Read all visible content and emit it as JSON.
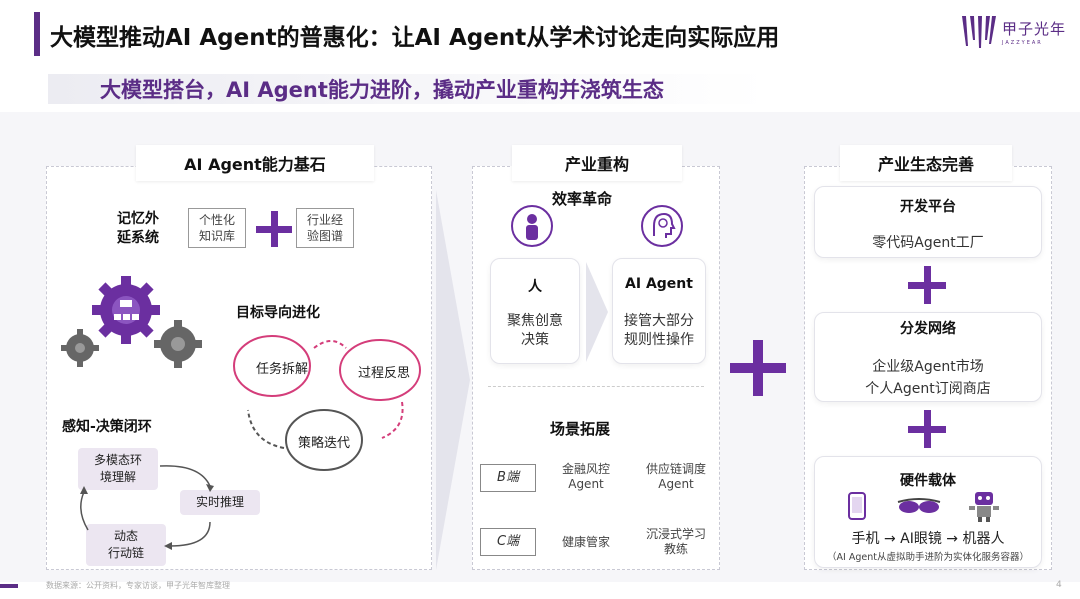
{
  "header": {
    "title": "大模型推动AI Agent的普惠化：让AI Agent从学术讨论走向实际应用",
    "subtitle": "大模型搭台，AI Agent能力进阶，撬动产业重构并浇筑生态",
    "logo_text": "甲子光年",
    "logo_sub": "JAZZYEAR"
  },
  "left_panel": {
    "header": "AI Agent能力基石",
    "memory": {
      "label": "记忆外\n延系统",
      "chip_a": "个性化\n知识库",
      "chip_b": "行业经\n验图谱"
    },
    "goal": {
      "label": "目标导向进化",
      "steps": [
        "任务拆解",
        "过程反思",
        "策略迭代"
      ]
    },
    "loop": {
      "label": "感知-决策闭环",
      "steps": [
        "多模态环\n境理解",
        "实时推理",
        "动态\n行动链"
      ]
    }
  },
  "middle_panel": {
    "header": "产业重构",
    "efficiency": {
      "label": "效率革命",
      "human_title": "人",
      "human_desc": "聚焦创意\n决策",
      "agent_title": "AI Agent",
      "agent_desc": "接管大部分\n规则性操作"
    },
    "scenes": {
      "label": "场景拓展",
      "rows": [
        {
          "end": "B端",
          "items": [
            "金融风控\nAgent",
            "供应链调度\nAgent"
          ]
        },
        {
          "end": "C端",
          "items": [
            "健康管家",
            "沉浸式学习\n教练"
          ]
        }
      ]
    }
  },
  "right_panel": {
    "header": "产业生态完善",
    "cards": [
      {
        "title": "开发平台",
        "desc": "零代码Agent工厂"
      },
      {
        "title": "分发网络",
        "desc": "企业级Agent市场\n个人Agent订阅商店"
      },
      {
        "title": "硬件载体",
        "desc": "手机 → AI眼镜 → 机器人",
        "note": "（AI Agent从虚拟助手进阶为实体化服务容器）"
      }
    ]
  },
  "footer": {
    "source": "数据来源：公开资料，专家访谈，甲子光年智库整理",
    "page": "4"
  },
  "colors": {
    "accent": "#5b2d86",
    "plus": "#6b2fa0",
    "pill_bg": "#ece6f1"
  }
}
